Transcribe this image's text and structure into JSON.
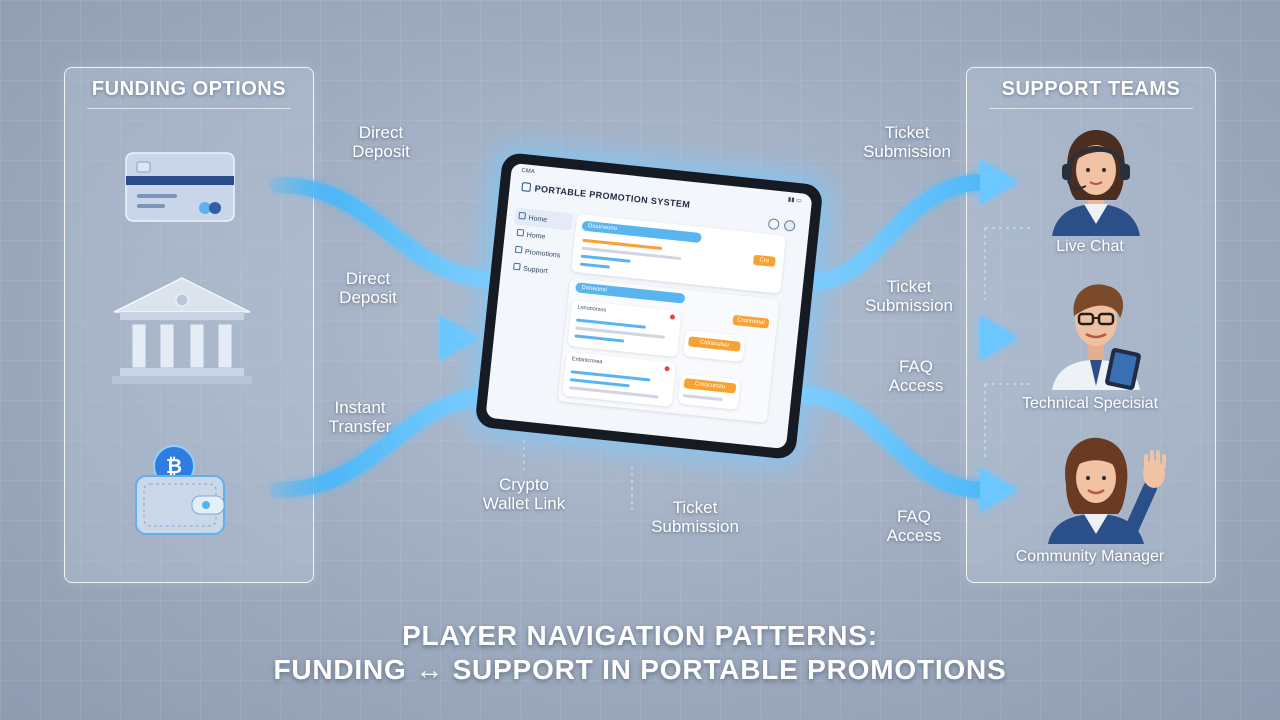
{
  "panels": {
    "left_title": "FUNDING OPTIONS",
    "right_title": "SUPPORT TEAMS"
  },
  "funding_icons": [
    "credit-card-icon",
    "bank-icon",
    "crypto-wallet-icon"
  ],
  "left_flows": [
    {
      "label": "Direct\nDeposit"
    },
    {
      "label": "Direct\nDeposit"
    },
    {
      "label": "Instant\nTransfer"
    }
  ],
  "center_flows": [
    {
      "label": "Crypto\nWallet Link"
    },
    {
      "label": "Ticket\nSubmission"
    }
  ],
  "right_flows": [
    {
      "label": "Ticket\nSubmission"
    },
    {
      "label": "Ticket\nSubmission"
    },
    {
      "label": "FAQ\nAccess"
    },
    {
      "label": "FAQ\nAccess"
    }
  ],
  "support_teams": [
    {
      "label": "Live Chat",
      "icon": "headset-agent-icon"
    },
    {
      "label": "Technical Specisiat",
      "icon": "tablet-specialist-icon"
    },
    {
      "label": "Community Manager",
      "icon": "waving-manager-icon"
    }
  ],
  "tablet": {
    "status": "CMA",
    "app_title": "PORTABLE PROMOTION SYSTEM",
    "nav": [
      "Home",
      "Home",
      "Promotions",
      "Support"
    ],
    "card1_pill": "Diuoneono",
    "card1_button": "Cro",
    "card2_pill": "Doneonsi",
    "card2_button": "Cronnonal",
    "sub1_label": "Lnnonorsus",
    "sub1_button": "Cloracutuu",
    "sub2_label": "Enbintcnnea",
    "sub2_button": "Cmocunstu"
  },
  "footer": {
    "line1": "PLAYER NAVIGATION PATTERNS:",
    "line2": "FUNDING ↔ SUPPORT IN PORTABLE PROMOTIONS"
  },
  "colors": {
    "flow": "#4fb7f7",
    "flow_glow": "#9fdcff",
    "accent_orange": "#f7a233",
    "background": "#a4b1c4"
  }
}
